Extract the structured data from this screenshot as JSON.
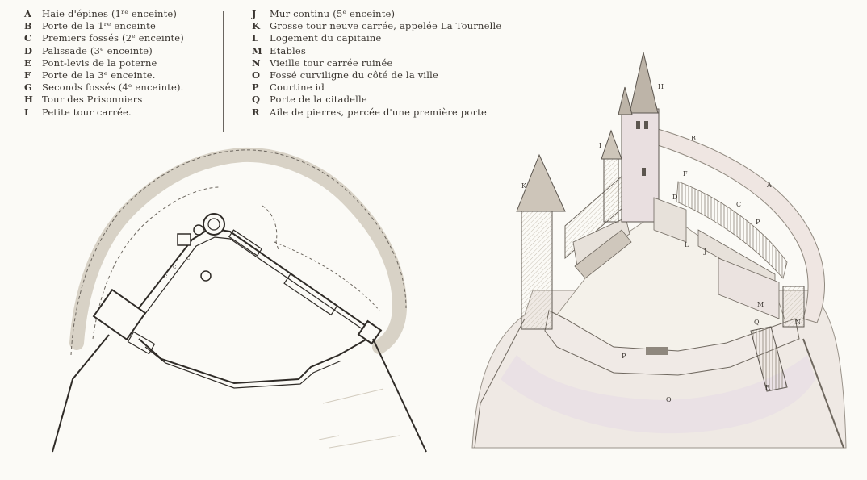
{
  "legend_left": [
    {
      "key": "A",
      "text": "Haie d'épines (1ʳᵉ enceinte)"
    },
    {
      "key": "B",
      "text": "Porte de la 1ʳᵉ enceinte"
    },
    {
      "key": "C",
      "text": "Premiers fossés (2ᵉ enceinte)"
    },
    {
      "key": "D",
      "text": "Palissade (3ᵉ enceinte)"
    },
    {
      "key": "E",
      "text": "Pont-levis de la poterne"
    },
    {
      "key": "F",
      "text": "Porte de la 3ᵉ enceinte."
    },
    {
      "key": "G",
      "text": "Seconds fossés (4ᵉ enceinte)."
    },
    {
      "key": "H",
      "text": "Tour des Prisonniers"
    },
    {
      "key": "I",
      "text": "Petite tour carrée."
    }
  ],
  "legend_right": [
    {
      "key": "J",
      "text": "Mur continu (5ᵉ enceinte)"
    },
    {
      "key": "K",
      "text": "Grosse tour neuve carrée, appelée La Tournelle"
    },
    {
      "key": "L",
      "text": "Logement du capitaine"
    },
    {
      "key": "M",
      "text": "Etables"
    },
    {
      "key": "N",
      "text": "Vieille tour carrée ruinée"
    },
    {
      "key": "O",
      "text": "Fossé curviligne du côté de la ville"
    },
    {
      "key": "P",
      "text": "Courtine              id"
    },
    {
      "key": "Q",
      "text": "Porte de la citadelle"
    },
    {
      "key": "R",
      "text": "Aile de pierres, percée d'une première porte"
    }
  ],
  "plan_labels": {
    "c1": "c",
    "c2": "c",
    "c3": "c"
  },
  "view_labels": {
    "A": "A",
    "B": "B",
    "C": "C",
    "D": "D",
    "F": "F",
    "H": "H",
    "I": "I",
    "J": "J",
    "K": "K",
    "L": "L",
    "M": "M",
    "N": "N",
    "O": "O",
    "P": "P",
    "P2": "P",
    "Q": "Q",
    "R": "R"
  }
}
